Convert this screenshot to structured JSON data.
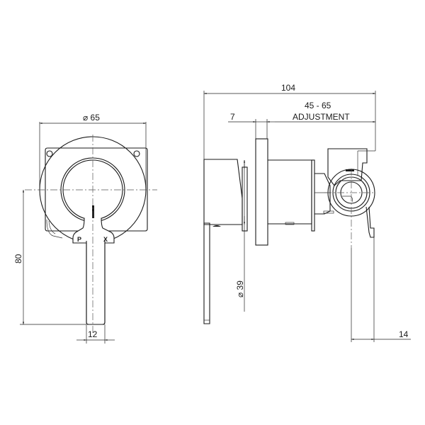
{
  "drawing": {
    "front_view": {
      "diameter_label": "⌀ 65",
      "height_label": "80",
      "lever_width_label": "12",
      "brand_left": "P",
      "brand_right": "X"
    },
    "side_view": {
      "overall_label": "104",
      "plate_label": "7",
      "adjustment_range": "45 - 65",
      "adjustment_label": "ADJUSTMENT",
      "body_diameter_label": "⌀ 39",
      "offset_label": "14"
    },
    "colors": {
      "line": "#1a1a1a",
      "background": "#ffffff"
    }
  }
}
